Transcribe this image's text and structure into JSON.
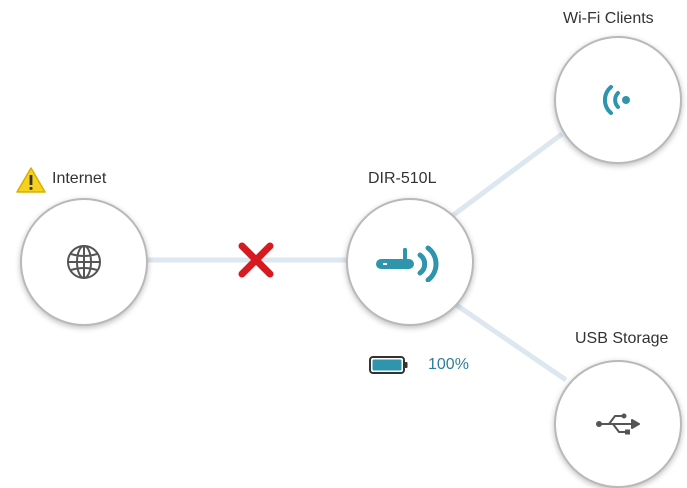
{
  "colors": {
    "accent": "#2e95ad",
    "link_line": "#dfe8f1",
    "error_mark": "#d71920",
    "warning": "#f5d21b"
  },
  "nodes": {
    "internet": {
      "label": "Internet",
      "icon": "globe-icon",
      "status_icon": "warning-icon"
    },
    "router": {
      "label": "DIR-510L",
      "icon": "router-wireless-icon"
    },
    "wifi_clients": {
      "label": "Wi-Fi Clients",
      "icon": "wifi-signal-icon"
    },
    "usb_storage": {
      "label": "USB Storage",
      "icon": "usb-icon"
    }
  },
  "connection_status": {
    "internet_to_router": "disconnected",
    "icon": "error-x-icon"
  },
  "battery": {
    "level_percent": 100,
    "label": "100%",
    "icon": "battery-icon"
  }
}
